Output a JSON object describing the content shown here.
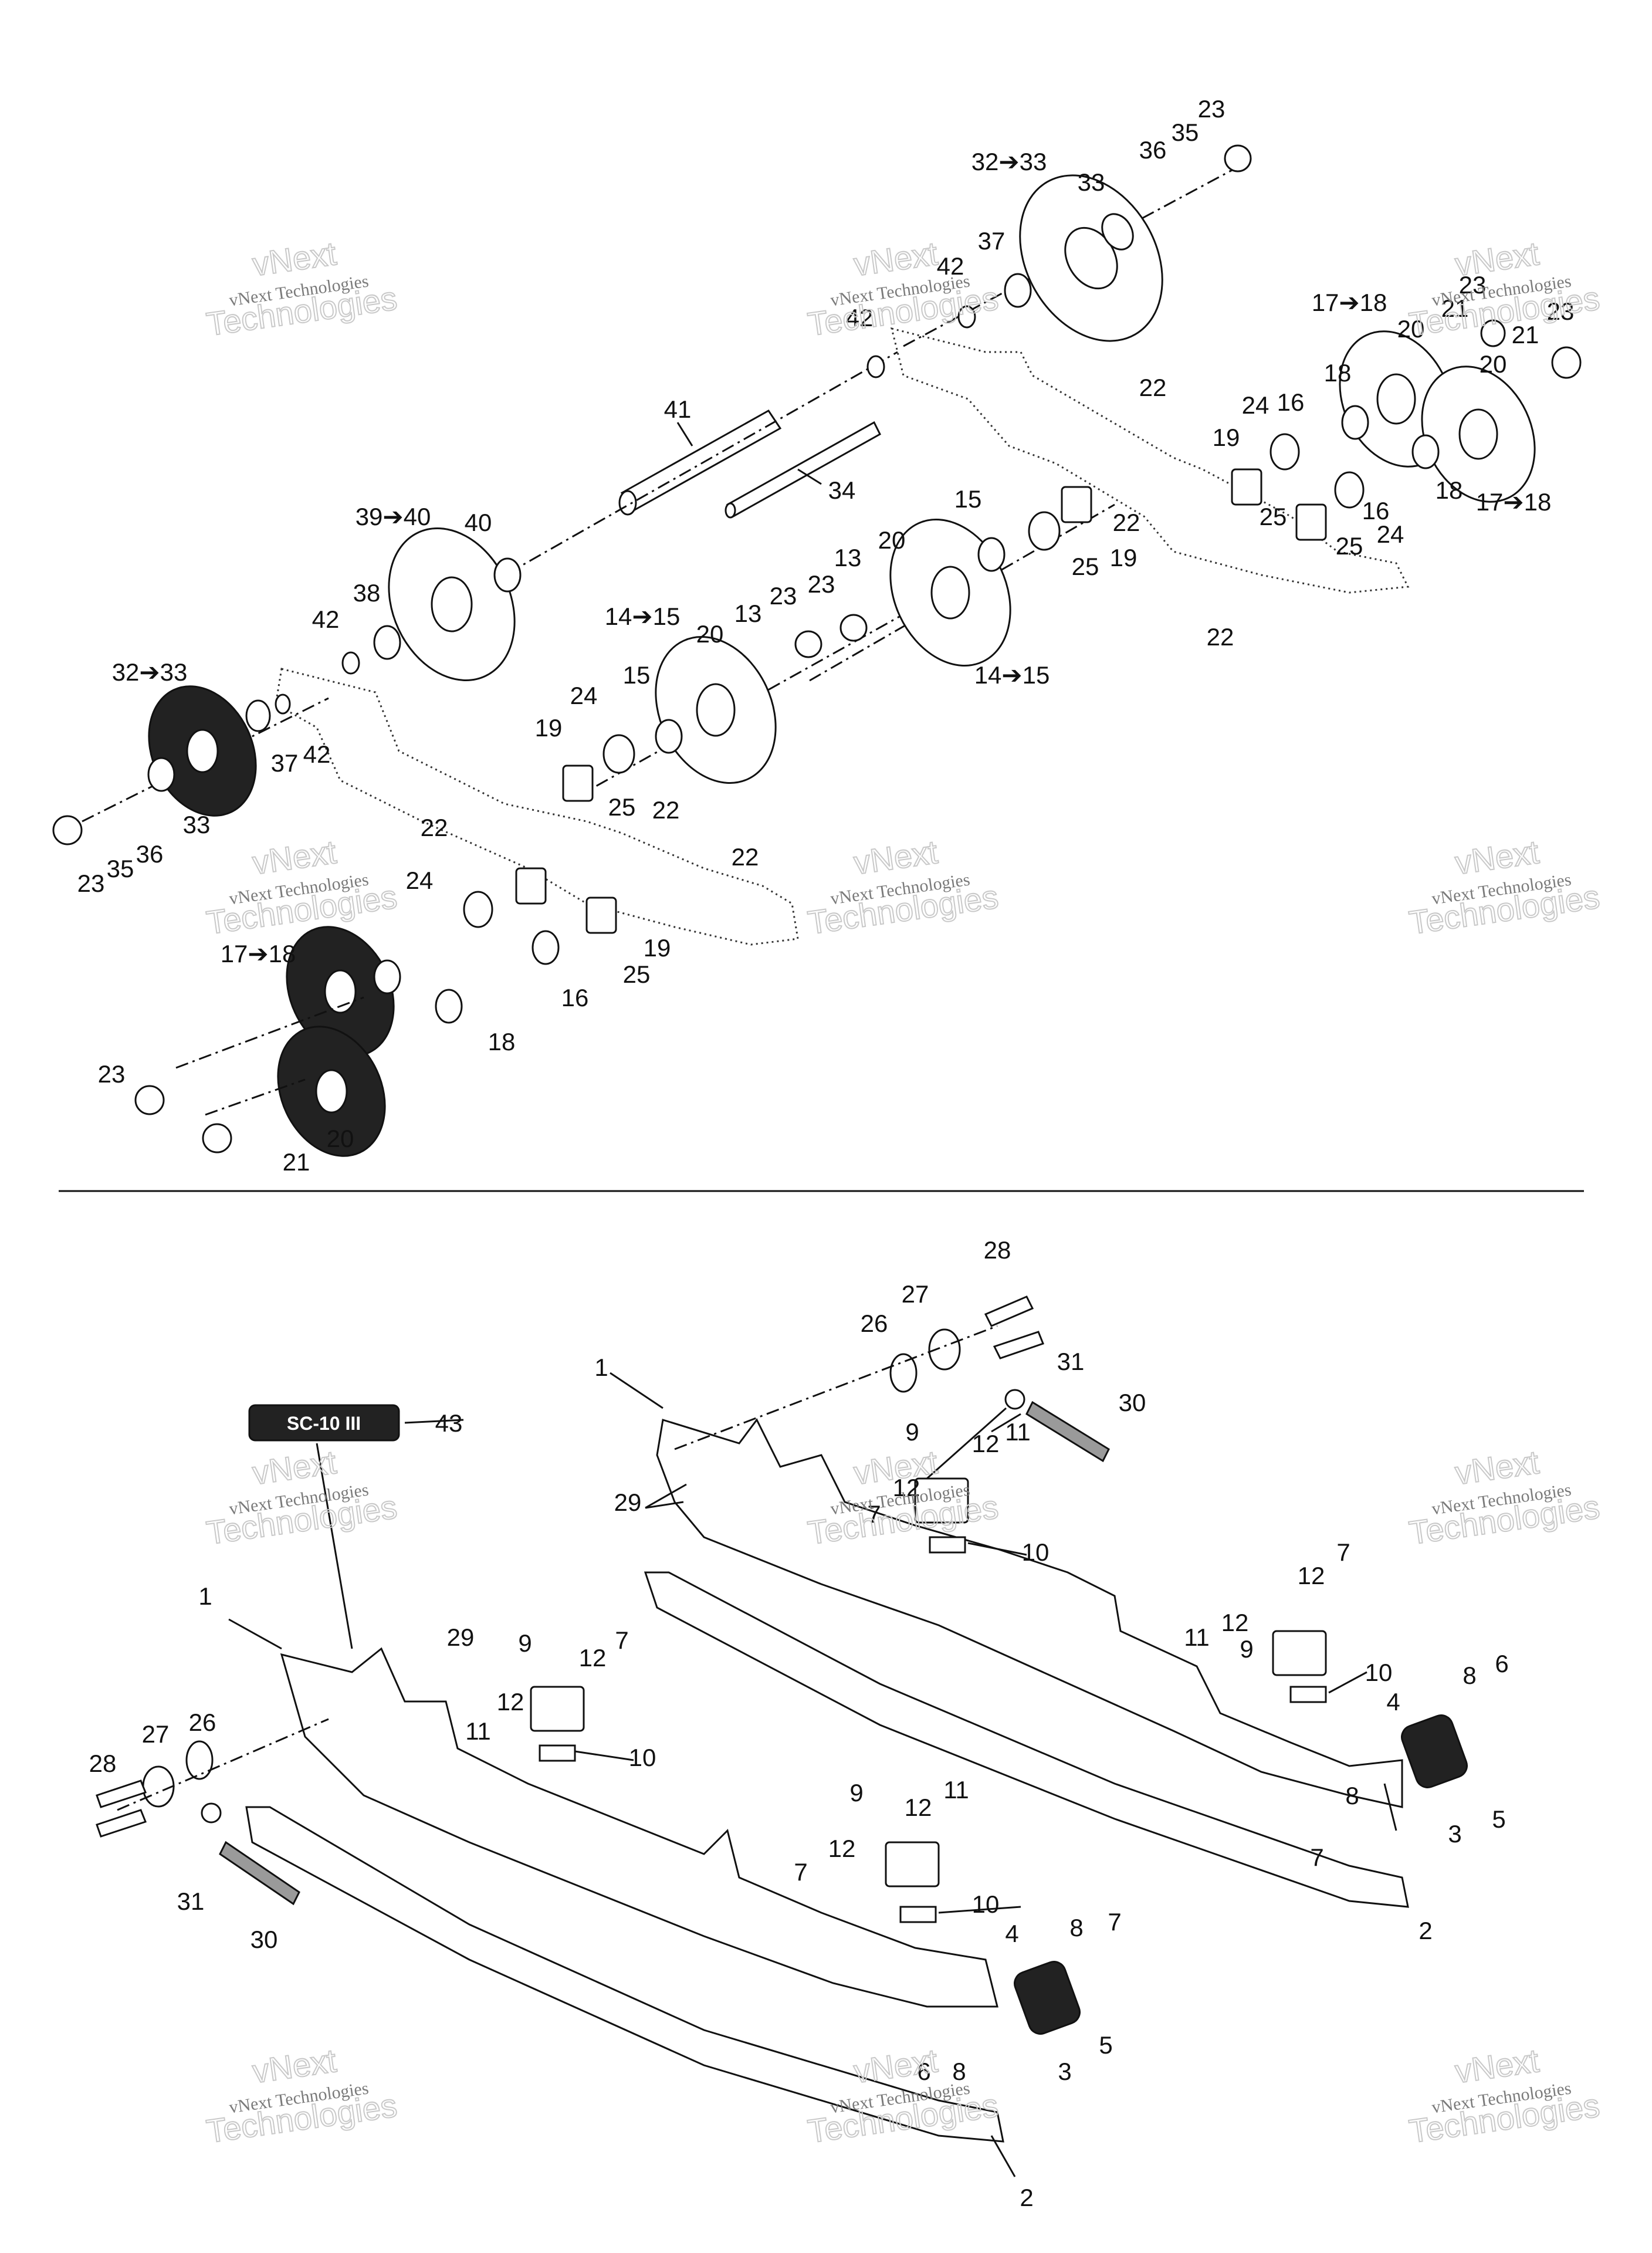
{
  "watermark": {
    "line1": "vNext",
    "line2": "vNext Technologies",
    "line3": "Technologies"
  },
  "emblem_text": "SC-10 III",
  "upper_labels": [
    "32➔33",
    "33",
    "36",
    "35",
    "23",
    "37",
    "42",
    "42",
    "41",
    "34",
    "17➔18",
    "20",
    "21",
    "23",
    "23",
    "21",
    "20",
    "18",
    "18",
    "17➔18",
    "22",
    "24",
    "16",
    "19",
    "25",
    "16",
    "24",
    "25",
    "22",
    "19",
    "25",
    "22",
    "15",
    "20",
    "13",
    "23",
    "23",
    "14➔15",
    "13",
    "20",
    "15",
    "14➔15",
    "39➔40",
    "40",
    "38",
    "42",
    "32➔33",
    "37",
    "42",
    "33",
    "24",
    "19",
    "25",
    "22",
    "22",
    "22",
    "23",
    "35",
    "36",
    "24",
    "19",
    "25",
    "16",
    "18",
    "17➔18",
    "23",
    "20",
    "21"
  ],
  "lower_labels": [
    "28",
    "27",
    "26",
    "31",
    "30",
    "1",
    "9",
    "12",
    "11",
    "29",
    "12",
    "7",
    "10",
    "43",
    "1",
    "29",
    "9",
    "12",
    "7",
    "12",
    "11",
    "10",
    "28",
    "27",
    "26",
    "31",
    "30",
    "9",
    "12",
    "7",
    "12",
    "11",
    "10",
    "4",
    "8",
    "6",
    "5",
    "8",
    "7",
    "3",
    "2",
    "9",
    "12",
    "11",
    "12",
    "7",
    "10",
    "4",
    "8",
    "7",
    "3",
    "5",
    "6",
    "8",
    "2"
  ]
}
